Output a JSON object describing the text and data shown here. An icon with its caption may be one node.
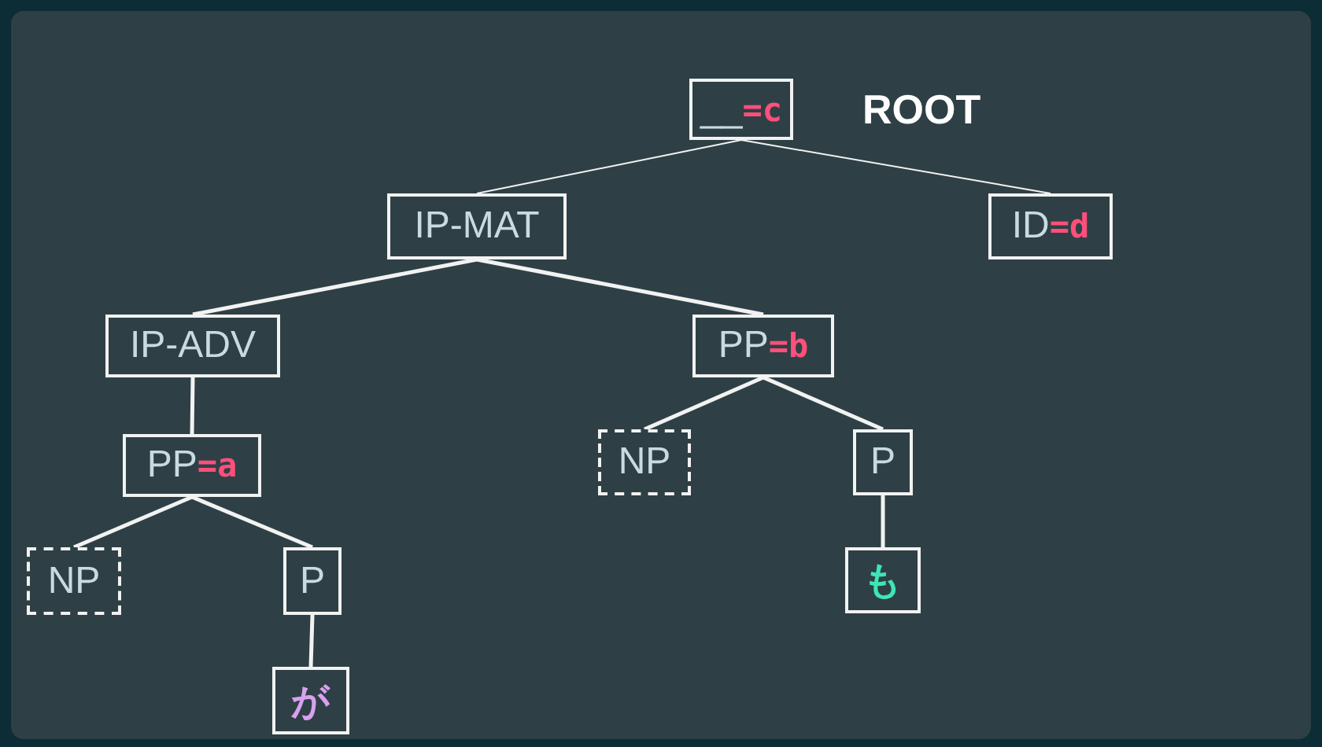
{
  "diagram": {
    "nodes": [
      {
        "text": [
          "__**=c**"
        ],
        "beside": [
          "ROOT"
        ]
      },
      {
        "text": [
          "IP-MAT"
        ]
      },
      {
        "text": [
          "ID**=d**"
        ]
      },
      {
        "text": [
          "IP-ADV"
        ]
      },
      {
        "text": [
          "PP**=b**"
        ]
      },
      {
        "text": [
          "PP**=a**"
        ]
      },
      {
        "text": [
          "NP"
        ]
      },
      {
        "text": [
          "P"
        ]
      },
      {
        "text": [
          "NP"
        ]
      },
      {
        "text": [
          "P"
        ]
      },
      {
        "text": [
          "も"
        ]
      },
      {
        "text": [
          "が"
        ]
      }
    ],
    "edges": [
      {
        "from": 0,
        "to": 1,
        "arrow": "none"
      },
      {
        "from": 0,
        "to": 2,
        "arrow": "none"
      },
      {
        "from": 1,
        "to": 3,
        "arrow": "none"
      },
      {
        "from": 1,
        "to": 4,
        "arrow": "none"
      },
      {
        "from": 3,
        "to": 5,
        "arrow": "none"
      },
      {
        "from": 4,
        "to": 6,
        "arrow": "none"
      },
      {
        "from": 4,
        "to": 7,
        "arrow": "none"
      },
      {
        "from": 5,
        "to": 8,
        "arrow": "none"
      },
      {
        "from": 5,
        "to": 9,
        "arrow": "none"
      },
      {
        "from": 7,
        "to": 10,
        "arrow": "none"
      },
      {
        "from": 9,
        "to": 11,
        "arrow": "none"
      }
    ]
  }
}
